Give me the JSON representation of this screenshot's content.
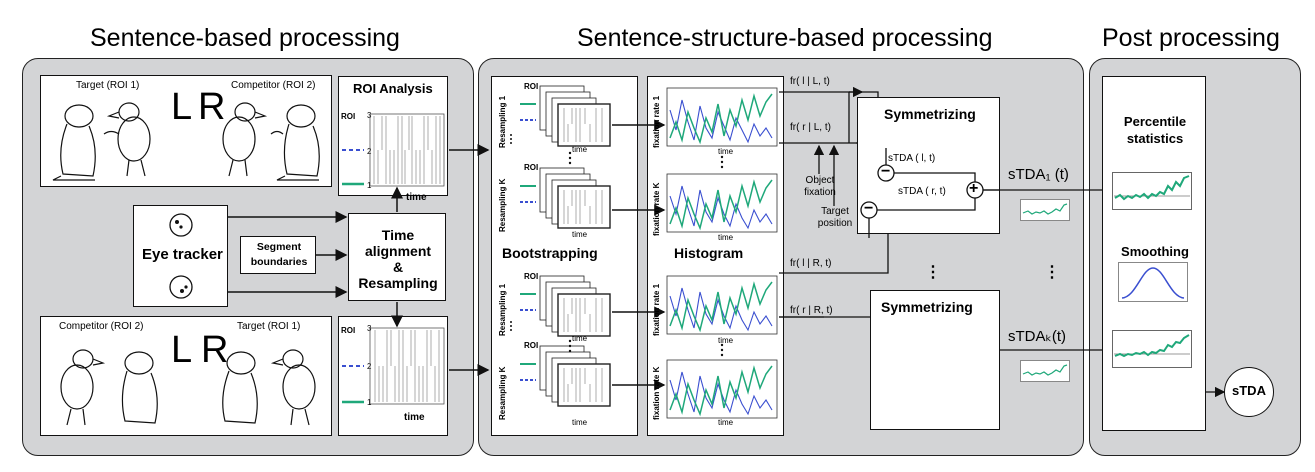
{
  "sections": {
    "left": "Sentence-based processing",
    "middle": "Sentence-structure-based processing",
    "right": "Post processing"
  },
  "left_panel": {
    "top_image": {
      "target": "Target (ROI 1)",
      "competitor": "Competitor (ROI 2)",
      "letter_l": "L",
      "letter_r": "R"
    },
    "bottom_image": {
      "competitor": "Competitor (ROI 2)",
      "target": "Target (ROI 1)",
      "letter_l": "L",
      "letter_r": "R"
    },
    "eye_tracker": "Eye tracker",
    "segment_boundaries": "Segment boundaries",
    "time_alignment": {
      "line1": "Time",
      "line2": "alignment",
      "line3": "&",
      "line4": "Resampling"
    },
    "roi_analysis": {
      "title": "ROI Analysis",
      "roi": "ROI",
      "tick3": "3",
      "tick2": "2",
      "tick1": "1",
      "time": "time"
    }
  },
  "middle_panel": {
    "bootstrapping": "Bootstrapping",
    "histogram": "Histogram",
    "roi": "ROI",
    "resampling_1": "Resampling 1",
    "resampling_k": "Resampling K",
    "dots": "...",
    "time": "time",
    "fixation_rate_1": "fixation rate 1",
    "fixation_rate_k": "fixation rate K",
    "fr_labels": [
      "fr( l | L, t)",
      "fr( r | L, t)",
      "fr( l | R, t)",
      "fr( r | R, t)"
    ],
    "object_fixation": "Object fixation",
    "target_position": "Target position",
    "symmetrizing": "Symmetrizing",
    "stda_l": "sTDA ( l, t)",
    "stda_r": "sTDA ( r, t)",
    "minus": "−",
    "plus": "+"
  },
  "outputs": {
    "stda_1": "sTDA₁ (t)",
    "stda_k": "sTDAₖ(t)"
  },
  "right_panel": {
    "percentile": "Percentile statistics",
    "smoothing": "Smoothing",
    "stda": "sTDA",
    "vdots": "⋮"
  },
  "colors": {
    "panel": "#d3d4d6",
    "green": "#1fa87a",
    "blue": "#3a4fd0"
  }
}
